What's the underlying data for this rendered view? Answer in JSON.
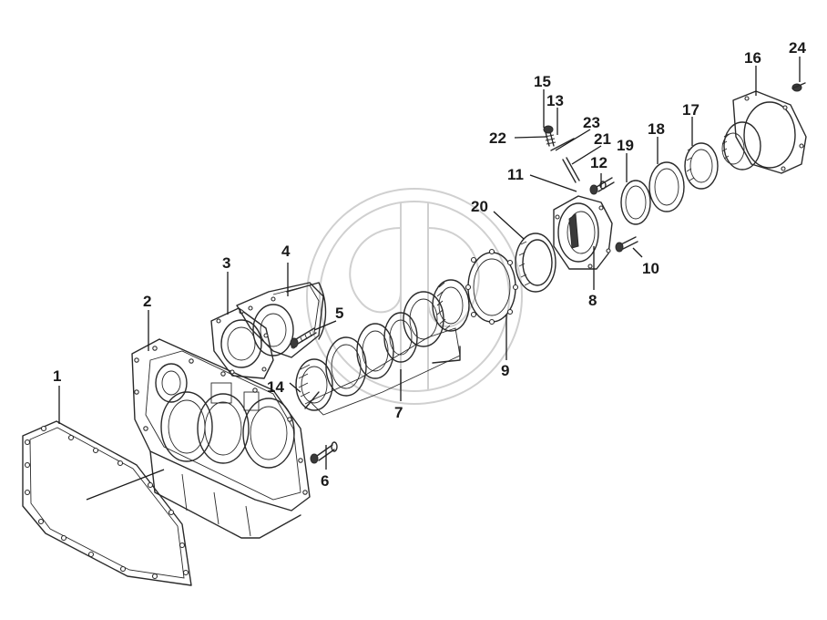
{
  "callouts": [
    {
      "id": "1",
      "text": "1"
    },
    {
      "id": "2",
      "text": "2"
    },
    {
      "id": "3",
      "text": "3"
    },
    {
      "id": "4",
      "text": "4"
    },
    {
      "id": "5",
      "text": "5"
    },
    {
      "id": "6",
      "text": "6"
    },
    {
      "id": "7",
      "text": "7"
    },
    {
      "id": "8",
      "text": "8"
    },
    {
      "id": "9",
      "text": "9"
    },
    {
      "id": "10",
      "text": "10"
    },
    {
      "id": "11",
      "text": "11"
    },
    {
      "id": "12",
      "text": "12"
    },
    {
      "id": "13",
      "text": "13"
    },
    {
      "id": "14",
      "text": "14"
    },
    {
      "id": "15",
      "text": "15"
    },
    {
      "id": "16",
      "text": "16"
    },
    {
      "id": "17",
      "text": "17"
    },
    {
      "id": "18",
      "text": "18"
    },
    {
      "id": "19",
      "text": "19"
    },
    {
      "id": "20",
      "text": "20"
    },
    {
      "id": "21",
      "text": "21"
    },
    {
      "id": "22",
      "text": "22"
    },
    {
      "id": "23",
      "text": "23"
    },
    {
      "id": "24",
      "text": "24"
    }
  ],
  "colors": {
    "line": "#2a2a2a",
    "watermark": "#d0d0d0",
    "background": "#ffffff"
  }
}
